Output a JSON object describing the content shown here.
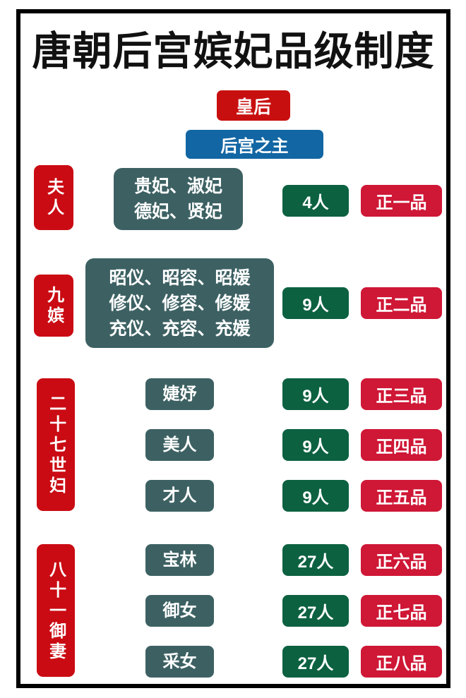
{
  "title": "唐朝后宫嫔妃品级制度",
  "empress": {
    "title_label": "皇后",
    "subtitle_label": "后宫之主"
  },
  "colors": {
    "frame": "#000000",
    "empress_red": "#c80f0f",
    "empress_blue": "#1266a3",
    "category_red": "#ca0b13",
    "names_teal": "#3d6163",
    "count_green": "#0c6141",
    "rank_crimson": "#cf1736",
    "background": "#ffffff",
    "title_text": "#111111"
  },
  "groups": [
    {
      "category": "夫人",
      "layout": "merged",
      "names": [
        "贵妃、淑妃",
        "德妃、贤妃"
      ],
      "count": "4人",
      "rank": "正一品"
    },
    {
      "category": "九嫔",
      "layout": "merged",
      "names": [
        "昭仪、昭容、昭媛",
        "修仪、修容、修媛",
        "充仪、充容、充媛"
      ],
      "count": "9人",
      "rank": "正二品"
    },
    {
      "category": "二十七世妇",
      "layout": "rows",
      "rows": [
        {
          "name": "婕妤",
          "count": "9人",
          "rank": "正三品"
        },
        {
          "name": "美人",
          "count": "9人",
          "rank": "正四品"
        },
        {
          "name": "才人",
          "count": "9人",
          "rank": "正五品"
        }
      ]
    },
    {
      "category": "八十一御妻",
      "layout": "rows",
      "rows": [
        {
          "name": "宝林",
          "count": "27人",
          "rank": "正六品"
        },
        {
          "name": "御女",
          "count": "27人",
          "rank": "正七品"
        },
        {
          "name": "采女",
          "count": "27人",
          "rank": "正八品"
        }
      ]
    }
  ]
}
